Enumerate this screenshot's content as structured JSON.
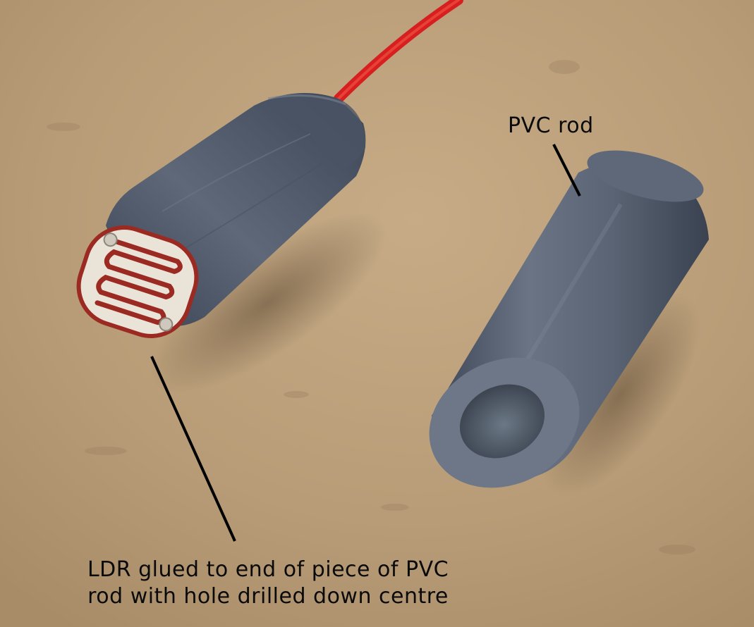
{
  "annotations": {
    "pvc_rod_label": "PVC rod",
    "ldr_label_line1": "LDR glued to end of piece of PVC",
    "ldr_label_line2": "rod with hole drilled down centre"
  },
  "colors": {
    "background": "#b59a76",
    "pvc_grey": "#5a6474",
    "wire_red": "#d81f1f",
    "ldr_track": "#9b2a22",
    "ldr_body": "#e9e3d8",
    "label_text": "#0a0a0a"
  }
}
